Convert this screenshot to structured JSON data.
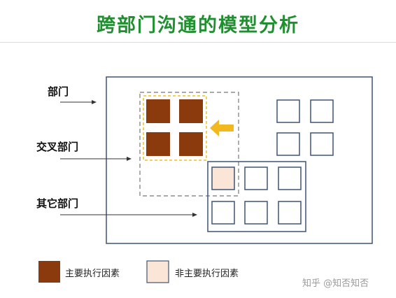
{
  "title": "跨部门沟通的模型分析",
  "labels": {
    "department": "部门",
    "cross_department": "交叉部门",
    "other_departments": "其它部门"
  },
  "legend": {
    "primary": "主要执行因素",
    "secondary": "非主要执行因素"
  },
  "watermark": "知乎 @知否知否",
  "colors": {
    "primary_fill": "#8b3a0e",
    "secondary_fill": "#fbe5d6",
    "box_stroke": "#3f5474",
    "dash_gray": "#777777",
    "dash_yellow": "#f0c020",
    "arrow_yellow": "#f2b820",
    "title_green": "#1f8f2f"
  }
}
